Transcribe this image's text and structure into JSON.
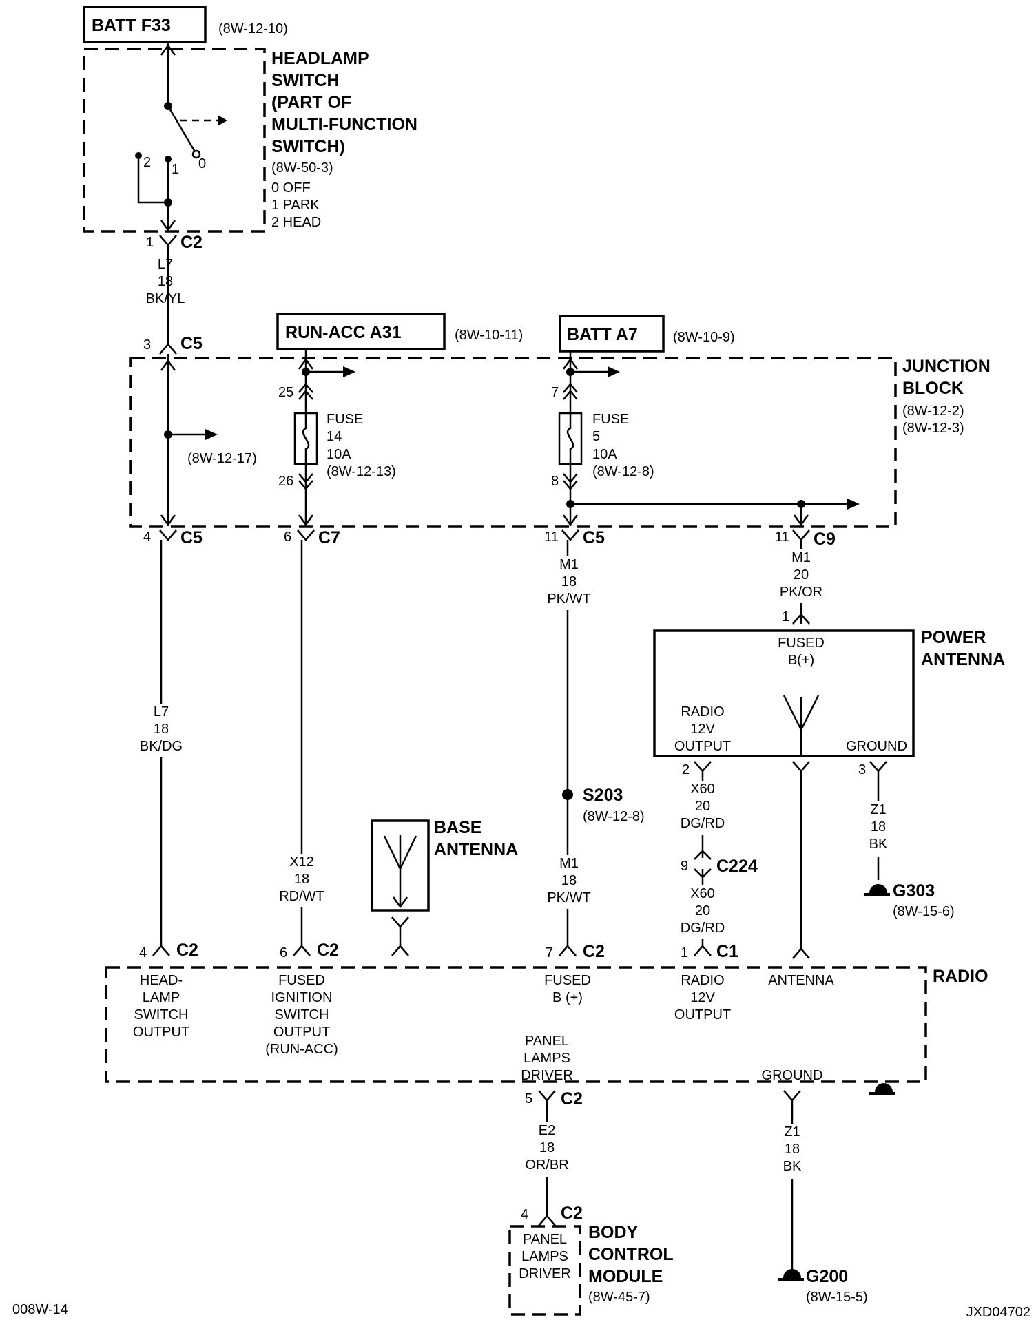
{
  "sources": {
    "batt_f33": {
      "label": "BATT F33",
      "ref": "(8W-12-10)"
    },
    "run_acc_a31": {
      "label": "RUN-ACC A31",
      "ref": "(8W-10-11)"
    },
    "batt_a7": {
      "label": "BATT A7",
      "ref": "(8W-10-9)"
    }
  },
  "headlamp_switch": {
    "name_lines": [
      "HEADLAMP",
      "SWITCH",
      "(PART OF",
      "MULTI-FUNCTION",
      "SWITCH)"
    ],
    "ref": "(8W-50-3)",
    "positions": [
      "0 OFF",
      "1 PARK",
      "2 HEAD"
    ],
    "contact_2": "2",
    "contact_1": "1",
    "contact_0": "0"
  },
  "junction_block": {
    "name_lines": [
      "JUNCTION",
      "BLOCK"
    ],
    "refs": [
      "(8W-12-2)",
      "(8W-12-3)"
    ],
    "splice_ref": "(8W-12-17)",
    "fuse14": {
      "lines": [
        "FUSE",
        "14",
        "10A",
        "(8W-12-13)"
      ],
      "pin_in": "25",
      "pin_out": "26"
    },
    "fuse5": {
      "lines": [
        "FUSE",
        "5",
        "10A",
        "(8W-12-8)"
      ],
      "pin_in": "7",
      "pin_out": "8"
    }
  },
  "connectors": {
    "hs_c2": {
      "pin": "1",
      "name": "C2"
    },
    "jb_c5_in": {
      "pin": "3",
      "name": "C5"
    },
    "jb_c5_a": {
      "pin": "4",
      "name": "C5"
    },
    "jb_c7": {
      "pin": "6",
      "name": "C7"
    },
    "jb_c5_b": {
      "pin": "11",
      "name": "C5"
    },
    "jb_c9": {
      "pin": "11",
      "name": "C9"
    },
    "pa_fused": {
      "pin": "1"
    },
    "pa_radio": {
      "pin": "2"
    },
    "pa_ground": {
      "pin": "3"
    },
    "c224": {
      "pin": "9",
      "name": "C224"
    },
    "radio_hl": {
      "pin": "4",
      "name": "C2"
    },
    "radio_ign": {
      "pin": "6",
      "name": "C2"
    },
    "radio_fused": {
      "pin": "7",
      "name": "C2"
    },
    "radio_c1": {
      "pin": "1",
      "name": "C1"
    },
    "radio_panel": {
      "pin": "5",
      "name": "C2"
    },
    "bcm_c2": {
      "pin": "4",
      "name": "C2"
    }
  },
  "wires": {
    "l7_top": [
      "L7",
      "18",
      "BK/YL"
    ],
    "l7_bottom": [
      "L7",
      "18",
      "BK/DG"
    ],
    "m1_top": [
      "M1",
      "18",
      "PK/WT"
    ],
    "m1_pa": [
      "M1",
      "20",
      "PK/OR"
    ],
    "m1_bottom": [
      "M1",
      "18",
      "PK/WT"
    ],
    "x12": [
      "X12",
      "18",
      "RD/WT"
    ],
    "x60_top": [
      "X60",
      "20",
      "DG/RD"
    ],
    "x60_bottom": [
      "X60",
      "20",
      "DG/RD"
    ],
    "z1_pa": [
      "Z1",
      "18",
      "BK"
    ],
    "z1_radio": [
      "Z1",
      "18",
      "BK"
    ],
    "e2": [
      "E2",
      "18",
      "OR/BR"
    ]
  },
  "splice_s203": {
    "name": "S203",
    "ref": "(8W-12-8)"
  },
  "power_antenna": {
    "name_lines": [
      "POWER",
      "ANTENNA"
    ],
    "fused_lines": [
      "FUSED",
      "B(+)"
    ],
    "radio_lines": [
      "RADIO",
      "12V",
      "OUTPUT"
    ],
    "ground": "GROUND"
  },
  "base_antenna": {
    "name_lines": [
      "BASE",
      "ANTENNA"
    ]
  },
  "grounds": {
    "g303": {
      "name": "G303",
      "ref": "(8W-15-6)"
    },
    "g200": {
      "name": "G200",
      "ref": "(8W-15-5)"
    }
  },
  "radio": {
    "name": "RADIO",
    "hl_lines": [
      "HEAD-",
      "LAMP",
      "SWITCH",
      "OUTPUT"
    ],
    "ign_lines": [
      "FUSED",
      "IGNITION",
      "SWITCH",
      "OUTPUT",
      "(RUN-ACC)"
    ],
    "fused_lines": [
      "FUSED",
      "B (+)"
    ],
    "r12_lines": [
      "RADIO",
      "12V",
      "OUTPUT"
    ],
    "antenna": "ANTENNA",
    "panel_lines": [
      "PANEL",
      "LAMPS",
      "DRIVER"
    ],
    "ground": "GROUND"
  },
  "bcm": {
    "name_lines": [
      "BODY",
      "CONTROL",
      "MODULE"
    ],
    "ref": "(8W-45-7)",
    "inner_lines": [
      "PANEL",
      "LAMPS",
      "DRIVER"
    ]
  },
  "footer": {
    "left": "008W-14",
    "right": "JXD04702"
  }
}
